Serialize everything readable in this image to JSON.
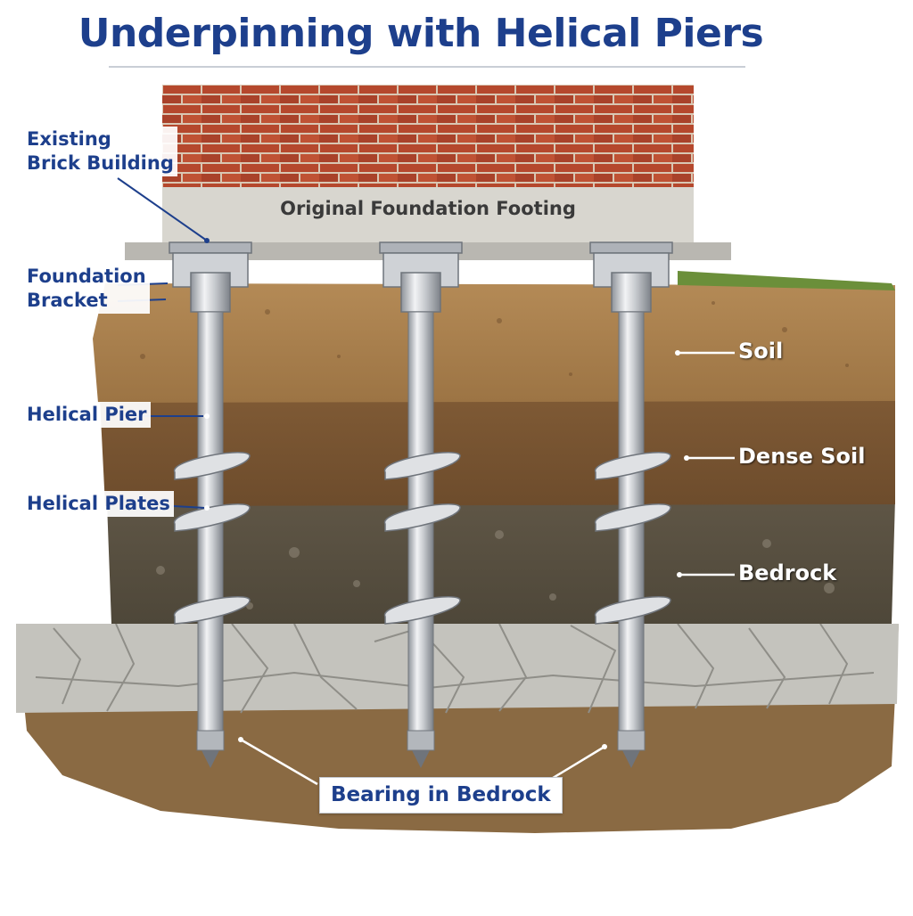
{
  "title": "Underpinning with Helical Piers",
  "footing_label": "Original Foundation Footing",
  "labels": {
    "existing_brick_building_line1": "Existing",
    "existing_brick_building_line2": "Brick Building",
    "foundation_bracket_line1": "Foundation",
    "foundation_bracket_line2": "Bracket",
    "helical_pier": "Helical Pier",
    "helical_plates": "Helical Plates",
    "soil": "Soil",
    "dense_soil": "Dense Soil",
    "bedrock": "Bedrock",
    "bearing_in_bedrock": "Bearing in Bedrock"
  },
  "colors": {
    "title": "#1d3f8c",
    "brick": "#b5482d",
    "mortar": "#d9c7b3",
    "footing": "#d8d6cf",
    "soil": "#a9804e",
    "dense_soil": "#7a5632",
    "bedrock_layer": "#5e5444",
    "stone": "#c4c3bd",
    "grass": "#6b8f3a",
    "steel": "#c9ccd0"
  },
  "piers": {
    "count": 3,
    "helical_plates_per_pier": 3
  }
}
